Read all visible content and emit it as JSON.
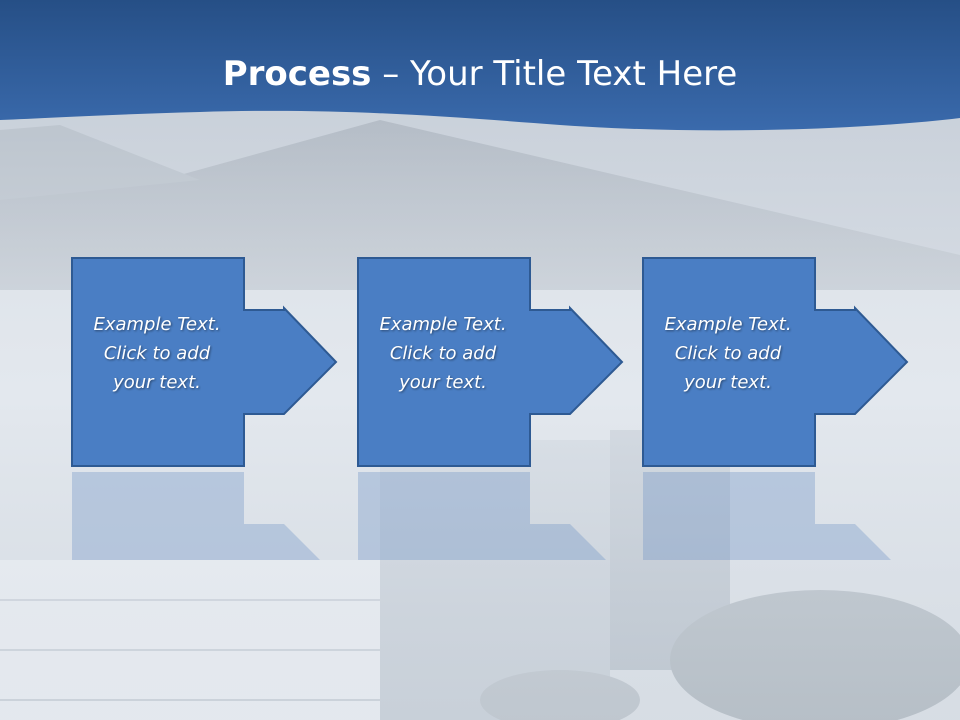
{
  "slide": {
    "title_bold": "Process",
    "title_rest": " – Your Title Text Here"
  },
  "colors": {
    "header_blue": "#2f5f9e",
    "box_fill": "#4a7ec4",
    "box_stroke": "#2e5a93",
    "text": "#ffffff"
  },
  "steps": [
    {
      "text": "Example Text.\nClick  to add\nyour text."
    },
    {
      "text": "Example Text.\nClick  to add\nyour text."
    },
    {
      "text": "Example Text.\nClick  to add\nyour text."
    }
  ]
}
